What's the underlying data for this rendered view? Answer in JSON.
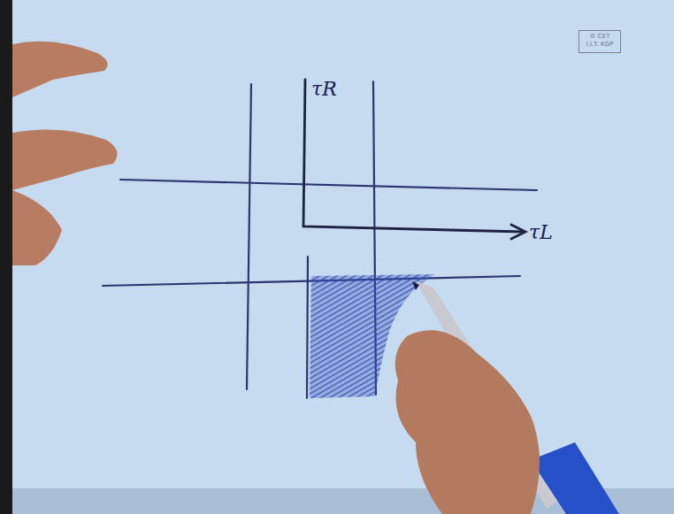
{
  "diagram": {
    "labels": [
      "τR",
      "τL",
      "© CET",
      "I.I.T. KGP"
    ]
  }
}
